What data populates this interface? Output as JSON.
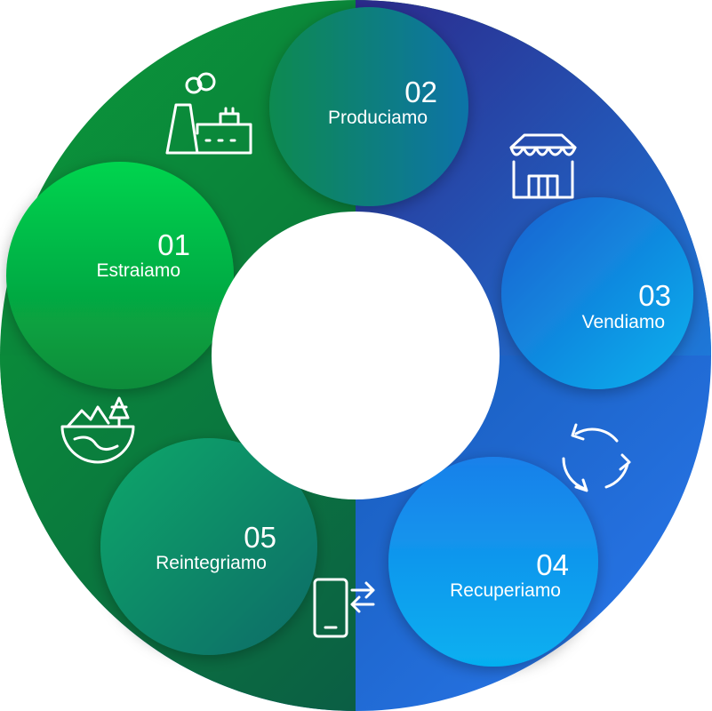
{
  "steps": [
    {
      "number": "01",
      "label": "Estraiamo",
      "icon": "landscape-globe-icon"
    },
    {
      "number": "02",
      "label": "Produciamo",
      "icon": "factory-icon"
    },
    {
      "number": "03",
      "label": "Vendiamo",
      "icon": "storefront-icon"
    },
    {
      "number": "04",
      "label": "Recuperiamo",
      "icon": "recycle-arrows-icon"
    },
    {
      "number": "05",
      "label": "Reintegriamo",
      "icon": "phone-exchange-icon"
    }
  ],
  "colors": {
    "green_bright": "#00c853",
    "green_dark": "#0a7a33",
    "teal": "#0f8f8a",
    "navy": "#2e2a8a",
    "blue": "#1a78e0",
    "blue_light": "#0ab0f0",
    "background": "#ffffff"
  }
}
